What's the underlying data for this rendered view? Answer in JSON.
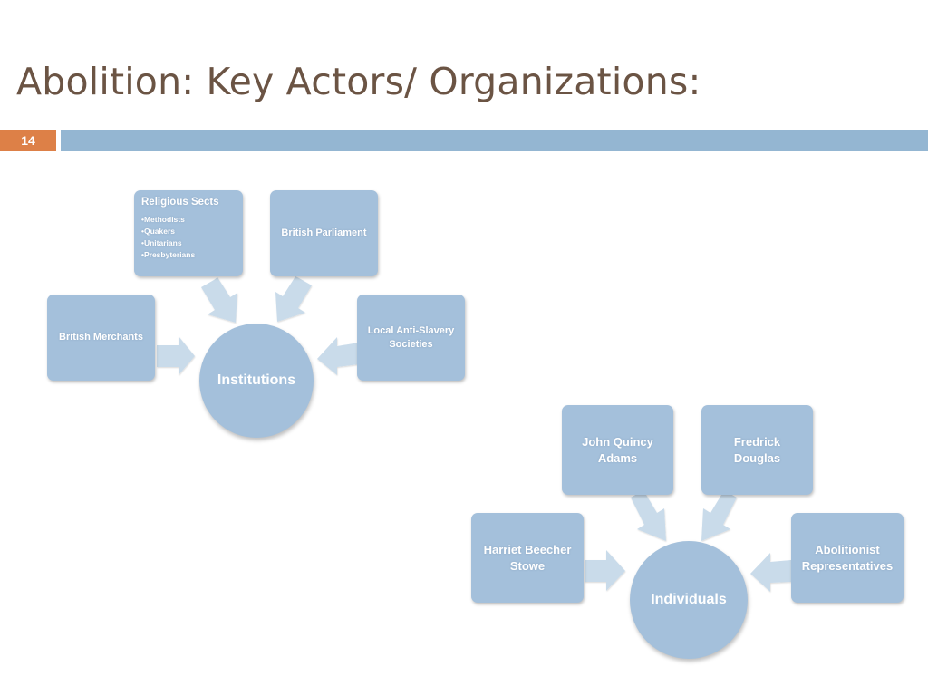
{
  "slide": {
    "title": "Abolition: Key Actors/ Organizations:",
    "number": "14"
  },
  "colors": {
    "title": "#6b5444",
    "number_box": "#dd8047",
    "band": "#94b6d2",
    "node_fill": "#a4c0db",
    "arrow_fill": "#c9dbea"
  },
  "institutions": {
    "center": "Institutions",
    "religious_sects": {
      "title": "Religious Sects",
      "items": [
        "•Methodists",
        "•Quakers",
        "•Unitarians",
        "•Presbyterians"
      ]
    },
    "british_parliament": "British Parliament",
    "british_merchants": "British Merchants",
    "local_societies_line1": "Local Anti-Slavery",
    "local_societies_line2": "Societies"
  },
  "individuals": {
    "center": "Individuals",
    "jqa_line1": "John Quincy",
    "jqa_line2": "Adams",
    "douglas_line1": "Fredrick",
    "douglas_line2": "Douglas",
    "stowe_line1": "Harriet Beecher",
    "stowe_line2": "Stowe",
    "reps_line1": "Abolitionist",
    "reps_line2": "Representatives"
  }
}
